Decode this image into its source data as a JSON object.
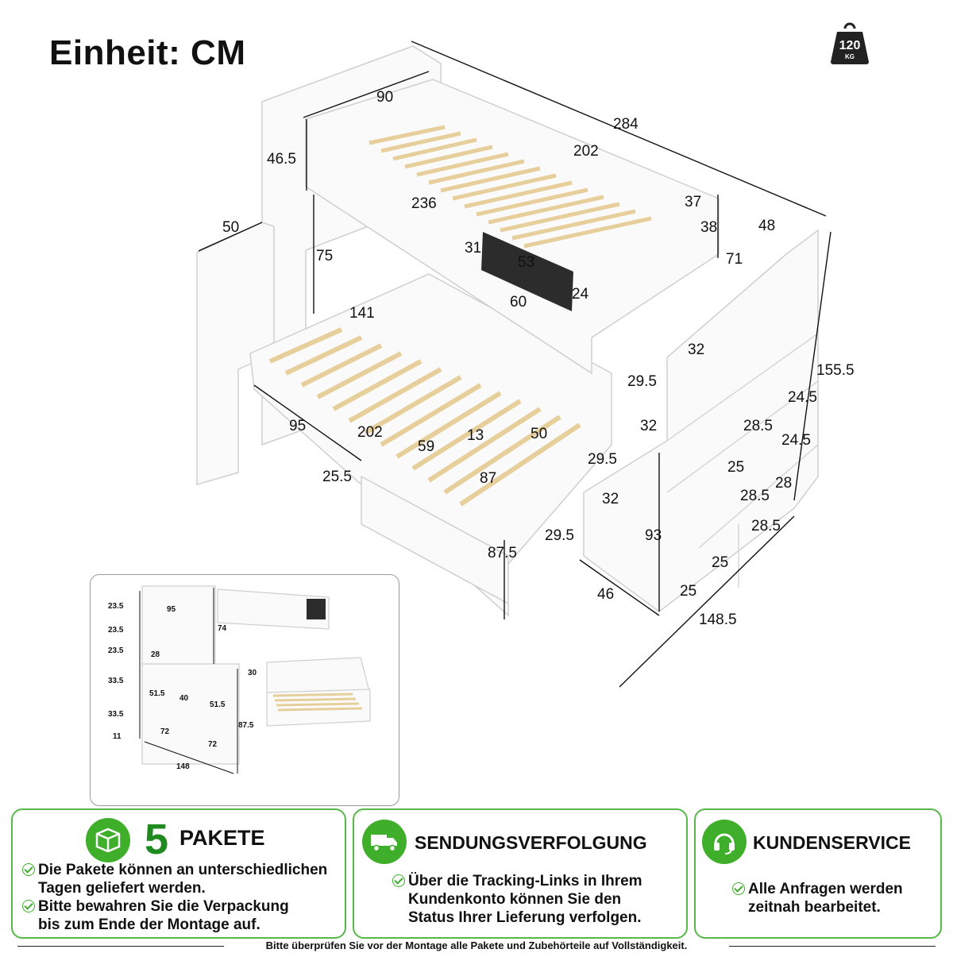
{
  "header": {
    "unit_label": "Einheit: CM",
    "weight_value": "120",
    "weight_unit": "KG"
  },
  "dimensions": {
    "main": [
      "284",
      "90",
      "202",
      "46.5",
      "236",
      "37",
      "48",
      "38",
      "50",
      "75",
      "31",
      "53",
      "71",
      "24",
      "60",
      "141",
      "32",
      "155.5",
      "29.5",
      "24.5",
      "95",
      "202",
      "13",
      "50",
      "32",
      "28.5",
      "24.5",
      "59",
      "29.5",
      "25",
      "25.5",
      "87",
      "28",
      "28.5",
      "32",
      "28.5",
      "29.5",
      "93",
      "87.5",
      "25",
      "46",
      "25",
      "148.5"
    ],
    "inset": [
      "23.5",
      "95",
      "23.5",
      "23.5",
      "28",
      "74",
      "33.5",
      "30",
      "51.5",
      "40",
      "51.5",
      "33.5",
      "87.5",
      "11",
      "72",
      "72",
      "148"
    ]
  },
  "cards": [
    {
      "count": "5",
      "title": "PAKETE",
      "icon": "package-icon",
      "lines": [
        [
          "Die Pakete können an unterschiedlichen",
          "Tagen geliefert werden."
        ],
        [
          "Bitte bewahren Sie die Verpackung",
          "bis zum Ende der Montage auf."
        ]
      ]
    },
    {
      "title": "SENDUNGSVERFOLGUNG",
      "icon": "delivery-truck-icon",
      "lines": [
        [
          "Über die Tracking-Links in Ihrem",
          "Kundenkonto können Sie den",
          "Status Ihrer Lieferung verfolgen."
        ]
      ]
    },
    {
      "title": "KUNDENSERVICE",
      "icon": "headset-icon",
      "lines": [
        [
          "Alle Anfragen werden",
          "zeitnah bearbeitet."
        ]
      ]
    }
  ],
  "footer": {
    "note": "Bitte überprüfen Sie vor der Montage alle Pakete und Zubehörteile auf Vollständigkeit."
  },
  "colors": {
    "accent_green": "#3fae2a",
    "border_green": "#58b84a",
    "dark_green": "#1f8b1f",
    "slat_wood": "#e7cf9c"
  }
}
